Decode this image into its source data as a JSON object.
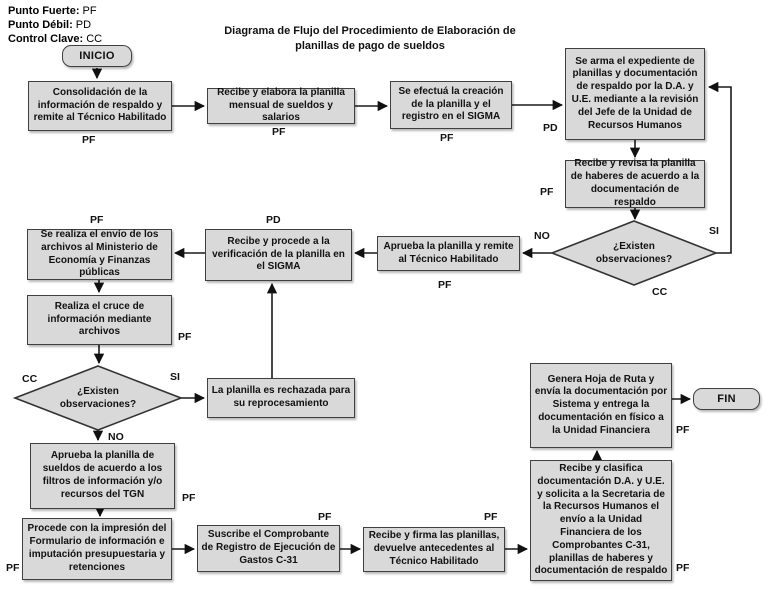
{
  "legend": {
    "items": [
      {
        "label": "Punto Fuerte:",
        "value": "PF"
      },
      {
        "label": "Punto Débil:",
        "value": "PD"
      },
      {
        "label": "Control Clave:",
        "value": "CC"
      }
    ]
  },
  "title": {
    "line1": "Diagrama de Flujo del Procedimiento de Elaboración de",
    "line2": "planillas de pago de sueldos"
  },
  "nodes": {
    "inicio": {
      "label": "INICIO"
    },
    "fin": {
      "label": "FIN"
    },
    "consolidacion": {
      "text": "Consolidación de la información de respaldo y remite al Técnico Habilitado",
      "tag": "PF"
    },
    "recibe_elabora": {
      "text": "Recibe y elabora la planilla mensual de sueldos y salarios",
      "tag": "PF"
    },
    "creacion_sigma": {
      "text": "Se efectuá la creación de la planilla y el registro en el SIGMA",
      "tag": "PF"
    },
    "expediente": {
      "text": "Se arma el expediente de planillas y documentación de respaldo por la D.A. y U.E. mediante a la revisión del Jefe de la Unidad de Recursos Humanos",
      "tag": "PD"
    },
    "revisa_haberes": {
      "text": "Recibe y revisa la planilla de haberes de acuerdo a la documentación de respaldo",
      "tag": "PF"
    },
    "decision_derecha": {
      "text": "¿Existen observaciones?",
      "tag": "CC",
      "yes": "SI",
      "no": "NO"
    },
    "aprueba_remite": {
      "text": "Aprueba la planilla y remite al Técnico Habilitado",
      "tag": "PF"
    },
    "verificacion_sigma": {
      "text": "Recibe y procede a la verificación de la planilla en el SIGMA",
      "tag": "PD"
    },
    "envio_ministerio": {
      "text": "Se realiza el envío de los archivos al Ministerio de Economía y Finanzas públicas",
      "tag": "PF"
    },
    "cruce_informacion": {
      "text": "Realiza el cruce de información mediante archivos",
      "tag": "PF"
    },
    "decision_izquierda": {
      "text": "¿Existen observaciones?",
      "tag": "CC",
      "yes": "SI",
      "no": "NO"
    },
    "rechazada": {
      "text": "La planilla es rechazada para su reprocesamiento"
    },
    "aprueba_sueldos": {
      "text": "Aprueba la planilla de sueldos de acuerdo a los filtros de información y/o recursos del TGN",
      "tag": "PF"
    },
    "impresion_formulario": {
      "text": "Procede con la impresión del Formulario de información e imputación presupuestaria y retenciones",
      "tag": "PF"
    },
    "suscribe_c31": {
      "text": "Suscribe el Comprobante de Registro de Ejecución de Gastos C-31",
      "tag": "PF"
    },
    "firma_planillas": {
      "text": "Recibe y firma las planillas, devuelve antecedentes al Técnico Habilitado",
      "tag": "PF"
    },
    "clasifica_documentacion": {
      "text": "Recibe y clasifica documentación D.A. y U.E. y solicita a la Secretaria de la Recursos Humanos el envío a la Unidad Financiera de los Comprobantes C-31, planillas de haberes y documentación de respaldo",
      "tag": "PF"
    },
    "hoja_ruta": {
      "text": "Genera Hoja de Ruta y envía la documentación por Sistema y entrega la documentación en físico a la Unidad Financiera",
      "tag": "PF"
    }
  },
  "colors": {
    "box_fill": "#d9d9d9",
    "box_border": "#404040",
    "arrow": "#1a1a1a"
  }
}
